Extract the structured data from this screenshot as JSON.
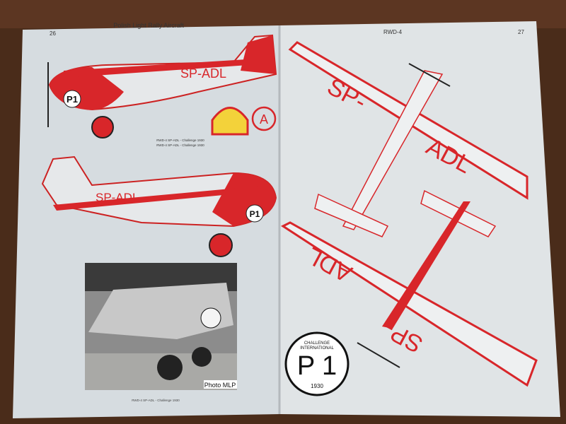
{
  "left_page": {
    "running_head": "Polish Light Rally Aircraft",
    "page_number": "26",
    "registration": "SP-ADL",
    "race_number": "P1",
    "caption_top_1": "RWD-4 SP-ADL - Challenge 1930",
    "caption_top_2": "RWD-4 SP-ADL - Challenge 1930",
    "photo_credit": "Photo MLP",
    "caption_bottom": "RWD-4 SP-ADL - Challenge 1930"
  },
  "right_page": {
    "running_head": "RWD-4",
    "page_number": "27",
    "registration_left": "SP-",
    "registration_right": "ADL",
    "badge": {
      "top": "CHALLENGE",
      "middle": "INTERNATIONAL",
      "number": "P 1",
      "year": "1930"
    }
  },
  "colors": {
    "red": "#d8262a",
    "page": "#d9dee2",
    "wood": "#4a2c1a"
  }
}
